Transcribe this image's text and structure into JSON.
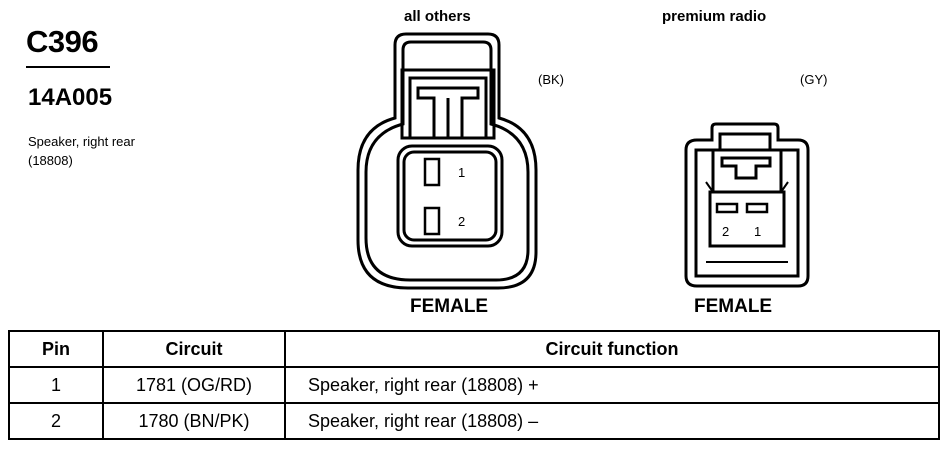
{
  "connector": {
    "id": "C396",
    "part_number": "14A005",
    "description_line1": "Speaker, right rear",
    "description_line2": "(18808)"
  },
  "views": [
    {
      "header": "all others",
      "color": "(BK)",
      "gender": "FEMALE",
      "pins": [
        "1",
        "2"
      ]
    },
    {
      "header": "premium radio",
      "color": "(GY)",
      "gender": "FEMALE",
      "pins": [
        "2",
        "1"
      ]
    }
  ],
  "table": {
    "headers": [
      "Pin",
      "Circuit",
      "Circuit function"
    ],
    "rows": [
      [
        "1",
        "1781 (OG/RD)",
        "Speaker, right rear (18808) +"
      ],
      [
        "2",
        "1780 (BN/PK)",
        "Speaker, right rear (18808) –"
      ]
    ]
  }
}
